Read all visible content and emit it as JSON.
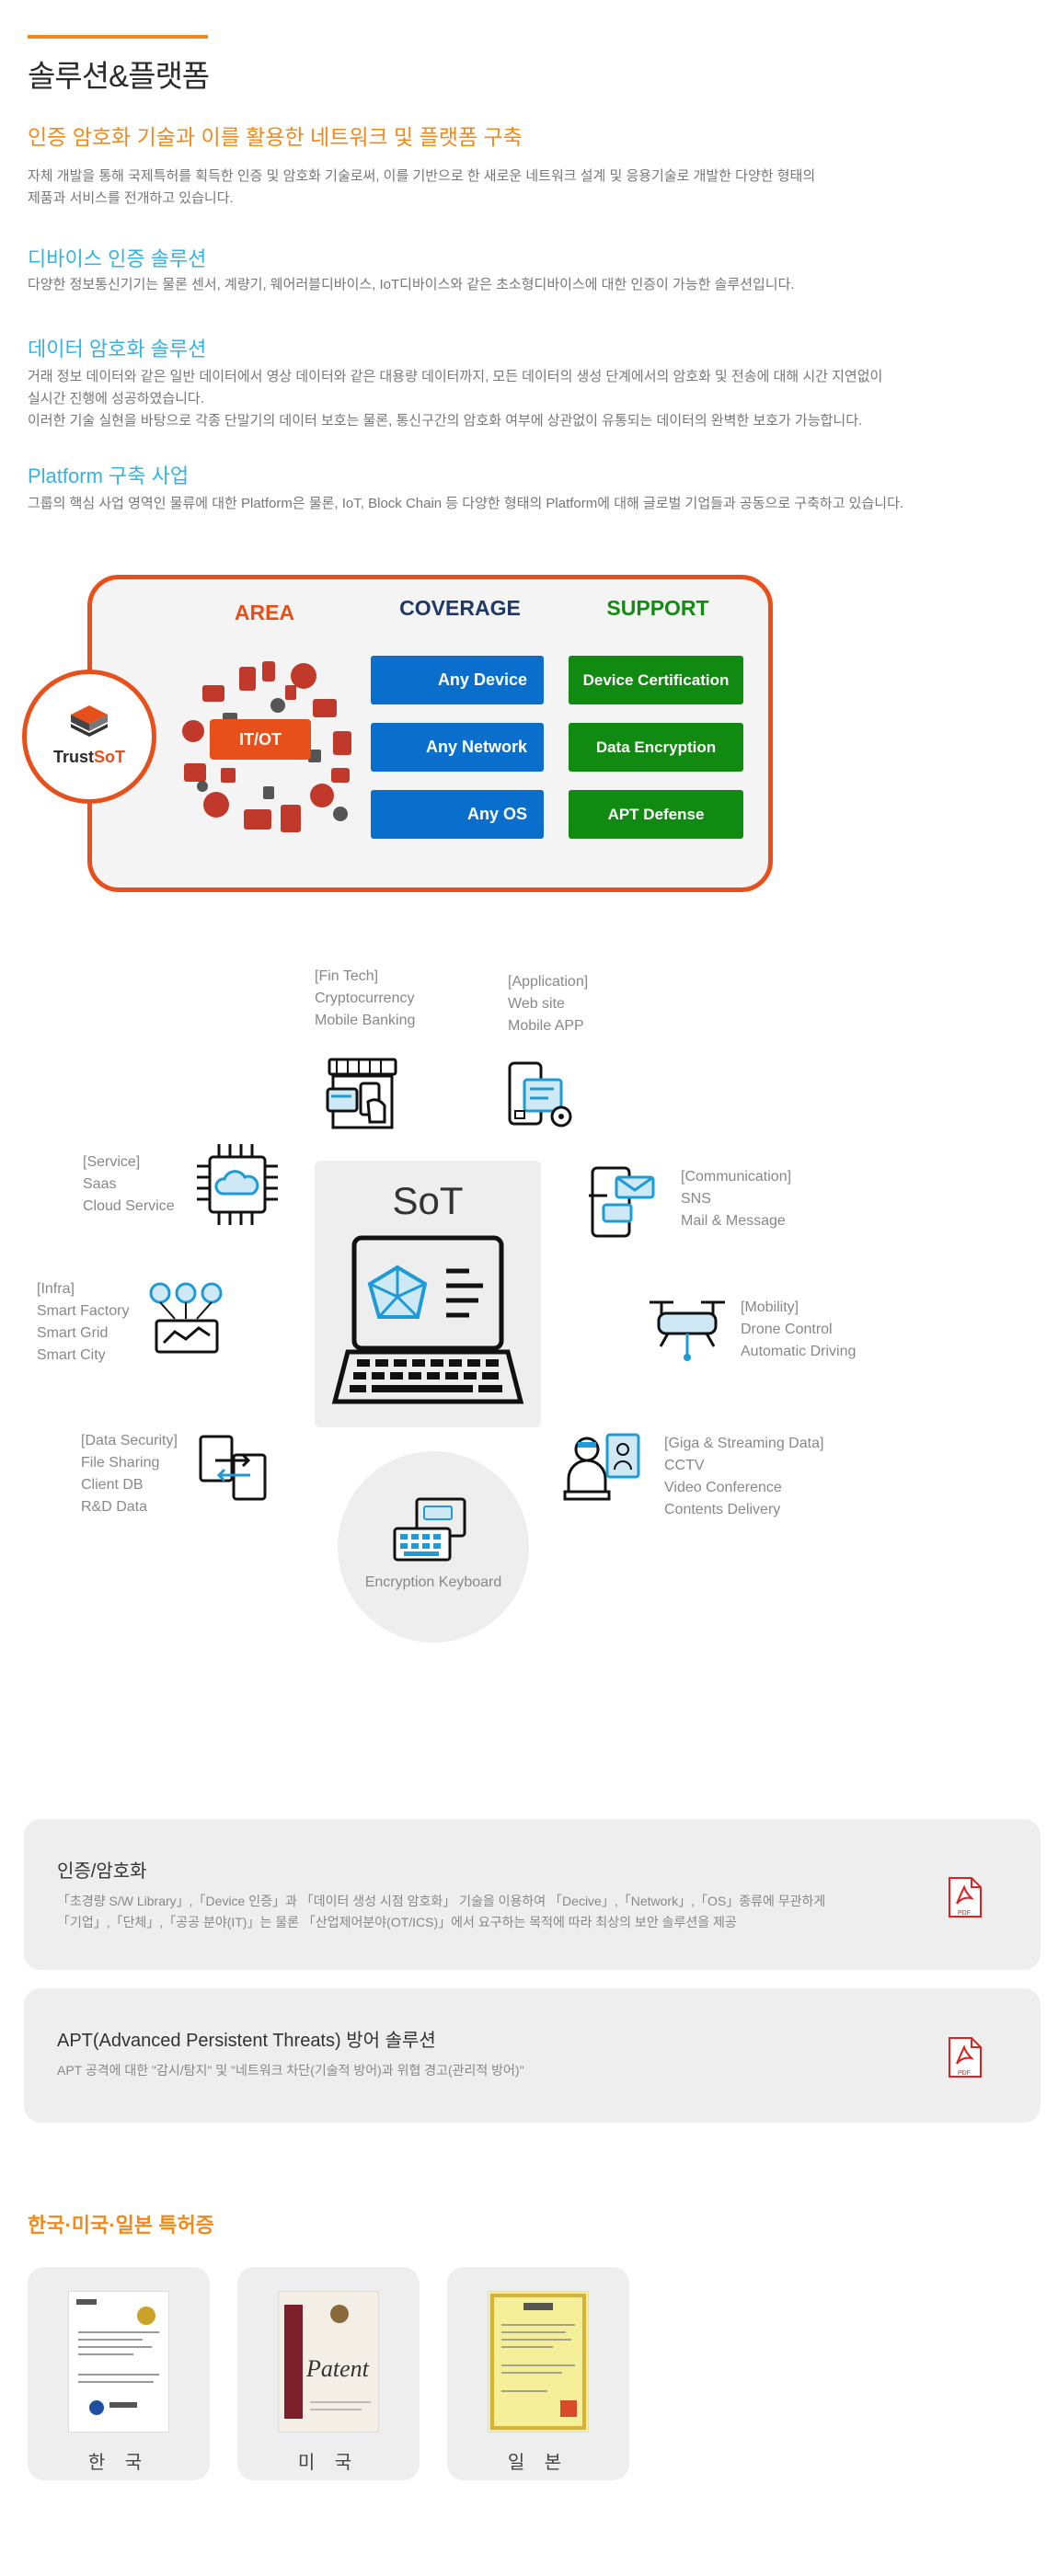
{
  "page": {
    "title": "솔루션&플랫폼",
    "lead_title": "인증 암호화 기술과 이를 활용한 네트워크 및 플랫폼 구축",
    "lead_text_1": "자체 개발을 통해 국제특허를 획득한 인증 및 암호화 기술로써, 이를 기반으로 한 새로운 네트워크 설계 및  응용기술로 개발한 다양한 형태의",
    "lead_text_2": "제품과 서비스를 전개하고 있습니다."
  },
  "sections": [
    {
      "title": "디바이스 인증 솔루션",
      "lines": [
        "다양한 정보통신기기는 물론 센서, 계량기, 웨어러블디바이스, IoT디바이스와 같은 초소형디바이스에 대한 인증이 가능한 솔루션입니다."
      ]
    },
    {
      "title": "데이터 암호화 솔루션",
      "lines": [
        "거래 정보 데이터와 같은 일반 데이터에서 영상 데이터와 같은 대용량 데이터까지, 모든 데이터의 생성 단계에서의  암호화 및 전송에 대해 시간 지연없이",
        "실시간 진행에 성공하였습니다.",
        "이러한 기술 실현을 바탕으로 각종 단말기의 데이터 보호는 물론, 통신구간의 암호화 여부에 상관없이 유통되는 데이터의 완벽한 보호가 가능합니다."
      ]
    },
    {
      "title": "Platform 구축 사업",
      "lines": [
        "그룹의 핵심 사업 영역인 물류에 대한 Platform은 물론, IoT, Block Chain 등 다양한 형태의 Platform에 대해 글로벌 기업들과 공동으로 구축하고 있습니다."
      ]
    }
  ],
  "diagram": {
    "brand_a": "Trust",
    "brand_b": "SoT",
    "area_head": "AREA",
    "coverage_head": "COVERAGE",
    "support_head": "SUPPORT",
    "area_label": "IT/OT",
    "coverage": [
      "Any Device",
      "Any Network",
      "Any OS"
    ],
    "support": [
      "Device Certification",
      "Data Encryption",
      "APT Defense"
    ],
    "colors": {
      "orange": "#e8501b",
      "blue": "#0a6fcc",
      "green": "#108a10",
      "navy": "#1f3864"
    }
  },
  "sot": {
    "title": "SoT",
    "fintech": [
      "[Fin Tech]",
      "Cryptocurrency",
      "Mobile Banking"
    ],
    "application": [
      "[Application]",
      "Web site",
      "Mobile APP"
    ],
    "service": [
      "[Service]",
      "Saas",
      "Cloud Service"
    ],
    "communication": [
      "[Communication]",
      "SNS",
      "Mail & Message"
    ],
    "infra": [
      "[Infra]",
      "Smart Factory",
      "Smart Grid",
      "Smart City"
    ],
    "mobility": [
      "[Mobility]",
      "Drone Control",
      "Automatic Driving"
    ],
    "datasecurity": [
      "[Data Security]",
      "File Sharing",
      "Client DB",
      "R&D Data"
    ],
    "giga": [
      "[Giga & Streaming Data]",
      "CCTV",
      "Video Conference",
      "Contents Delivery"
    ],
    "keyboard": "Encryption Keyboard"
  },
  "cards": [
    {
      "title": "인증/암호화",
      "lines": [
        "「초경량 S/W Library」,「Device 인증」과 「데이터 생성 시점 암호화」 기술을 이용하여  「Decive」,「Network」,「OS」종류에 무관하게",
        "「기업」,「단체」,「공공 분야(IT)」는 물론 「산업제어분야(OT/ICS)」에서 요구하는 목적에 따라 최상의 보안 솔루션을 제공"
      ],
      "pdf": "PDF"
    },
    {
      "title": "APT(Advanced Persistent Threats) 방어 솔루션",
      "lines": [
        "APT 공격에 대한 \"감시/탐지\" 및 \"네트워크 차단(기술적 방어)과 위협 경고(관리적 방어)\""
      ],
      "pdf": "PDF"
    }
  ],
  "patents": {
    "title": "한국·미국·일본 특허증",
    "items": [
      "한 국",
      "미 국",
      "일 본"
    ]
  }
}
